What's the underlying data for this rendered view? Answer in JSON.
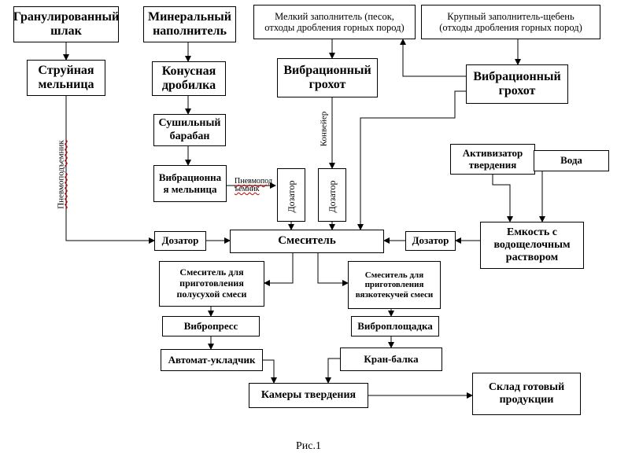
{
  "nodes": {
    "granular_slag": "Гранулированный\nшлак",
    "mineral_filler": "Минеральный\nнаполнитель",
    "fine_aggregate": "Мелкий заполнитель (песок,\nотходы дробления горных пород)",
    "coarse_aggregate": "Крупный заполнитель-щебень\n(отходы дробления горных пород)",
    "jet_mill": "Струйная\nмельница",
    "cone_crusher": "Конусная\nдробилка",
    "vibro_screen_1": "Вибрационный\nгрохот",
    "vibro_screen_2": "Вибрационный\nгрохот",
    "dryer_drum": "Сушильный\nбарабан",
    "vibro_mill": "Вибрационна\nя мельница",
    "activator": "Активизатор\nтвердения",
    "water": "Вода",
    "dosing_1": "Дозатор",
    "dosing_2": "Дозатор",
    "dosing_left": "Дозатор",
    "dosing_right": "Дозатор",
    "mixer": "Смеситель",
    "alkali_tank": "Емкость с\nводощелочным\nраствором",
    "mixer_semidry": "Смеситель для\nприготовления\nполусухой смеси",
    "mixer_viscous": "Смеситель для\nприготовления\nвязкотекучей смеси",
    "vibropress": "Вибропресс",
    "vibro_platform": "Виброплощадка",
    "auto_stacker": "Автомат-укладчик",
    "crane_beam": "Кран-балка",
    "curing_chambers": "Камеры твердения",
    "finished_goods": "Склад готовый\nпродукции"
  },
  "labels": {
    "pneumo_lift_vertical": "Пневмоподъемник",
    "pneumo_lift_small": "Пневмопод\nъемник",
    "conveyor": "Конвейер"
  },
  "caption": "Рис.1"
}
